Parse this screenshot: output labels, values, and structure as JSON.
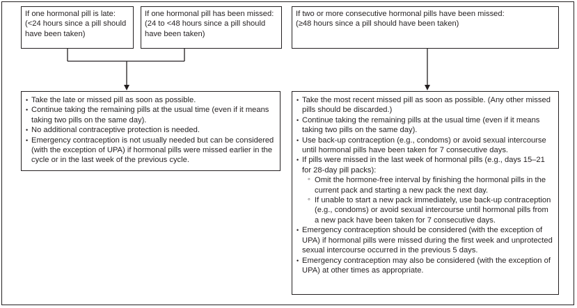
{
  "boxes": {
    "late": {
      "title": "If one hormonal pill is late:",
      "detail": "(<24 hours since a pill should have been taken)"
    },
    "missed_one": {
      "title": "If one hormonal pill has been missed:",
      "detail": "(24 to <48 hours since a pill should have been taken)"
    },
    "missed_two": {
      "title": "If two or more consecutive hormonal pills have been missed:",
      "detail": "(≥48 hours since a pill should have been taken)"
    }
  },
  "left_actions": [
    "Take the late or missed pill as soon as possible.",
    "Continue taking the remaining pills at the usual time (even if it means taking two pills on the same day).",
    "No additional contraceptive protection is needed.",
    "Emergency contraception is not usually needed but can be considered (with the exception of UPA) if hormonal pills were missed earlier in the cycle or in the last week of the previous cycle."
  ],
  "right_actions": {
    "item1": "Take the most recent missed pill as soon as possible. (Any other missed pills should be discarded.)",
    "item2": "Continue taking the remaining pills at the usual time (even if it means taking two pills on the same day).",
    "item3": "Use back-up contraception (e.g., condoms) or avoid sexual intercourse until hormonal pills have been taken for 7 consecutive days.",
    "item4": "If pills were missed in the last week of hormonal pills (e.g., days 15–21 for 28-day pill packs):",
    "item4_sub1": "Omit the hormone-free interval by finishing the hormonal pills in the current pack and starting a new pack the next day.",
    "item4_sub2": "If unable to start a new pack immediately, use back-up contraception (e.g., condoms) or avoid sexual intercourse until hormonal pills from a new pack have been taken for 7 consecutive days.",
    "item5": "Emergency contraception should be considered (with the exception of UPA) if hormonal pills were missed during the first week and unprotected sexual intercourse occurred in the previous 5 days.",
    "item6": "Emergency contraception may also be considered (with the exception of UPA) at other times as appropriate."
  }
}
